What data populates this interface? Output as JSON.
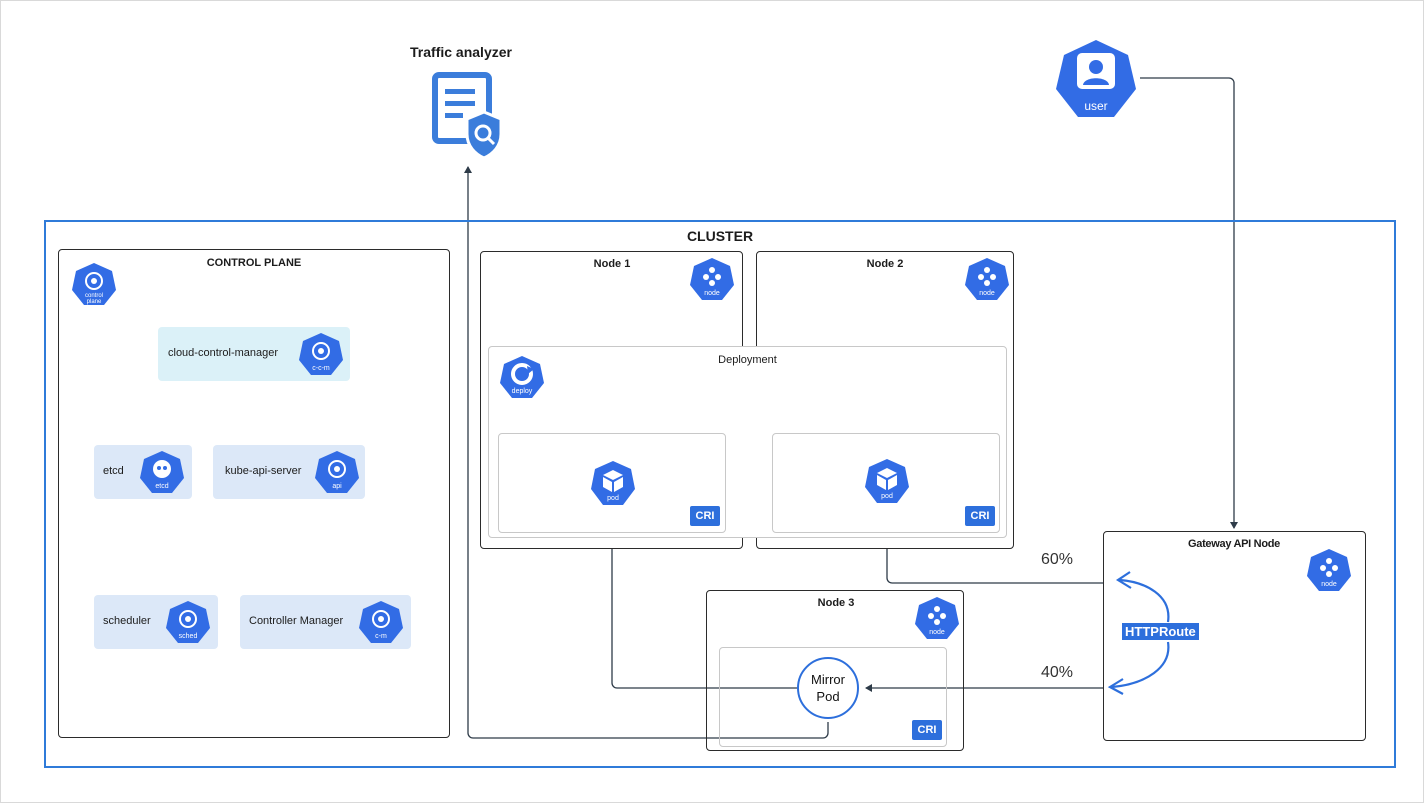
{
  "traffic_analyzer": {
    "label": "Traffic analyzer"
  },
  "user": {
    "label": "user"
  },
  "cluster": {
    "title": "CLUSTER"
  },
  "control_plane": {
    "title": "CONTROL PLANE",
    "icon": "control plane",
    "components": {
      "ccm": {
        "label": "cloud-control-manager",
        "icon": "c-c-m"
      },
      "etcd": {
        "label": "etcd",
        "icon": "etcd"
      },
      "api": {
        "label": "kube-api-server",
        "icon": "api"
      },
      "scheduler": {
        "label": "scheduler",
        "icon": "sched"
      },
      "cm": {
        "label": "Controller Manager",
        "icon": "c-m"
      }
    }
  },
  "node1": {
    "title": "Node 1",
    "icon": "node"
  },
  "node2": {
    "title": "Node 2",
    "icon": "node"
  },
  "node3": {
    "title": "Node 3",
    "icon": "node"
  },
  "deployment": {
    "title": "Deployment",
    "icon": "deploy"
  },
  "pod1": {
    "icon": "pod",
    "cri": "CRI"
  },
  "pod2": {
    "icon": "pod",
    "cri": "CRI"
  },
  "mirror_pod": {
    "line1": "Mirror",
    "line2": "Pod",
    "cri": "CRI"
  },
  "gateway": {
    "title": "Gateway API Node",
    "icon": "node",
    "route": "HTTPRoute"
  },
  "traffic_split": {
    "primary": "60%",
    "mirror": "40%"
  },
  "colors": {
    "k8s_blue": "#326ce5",
    "cluster_border": "#2f7bd9",
    "badge": "#2d6fdc"
  }
}
